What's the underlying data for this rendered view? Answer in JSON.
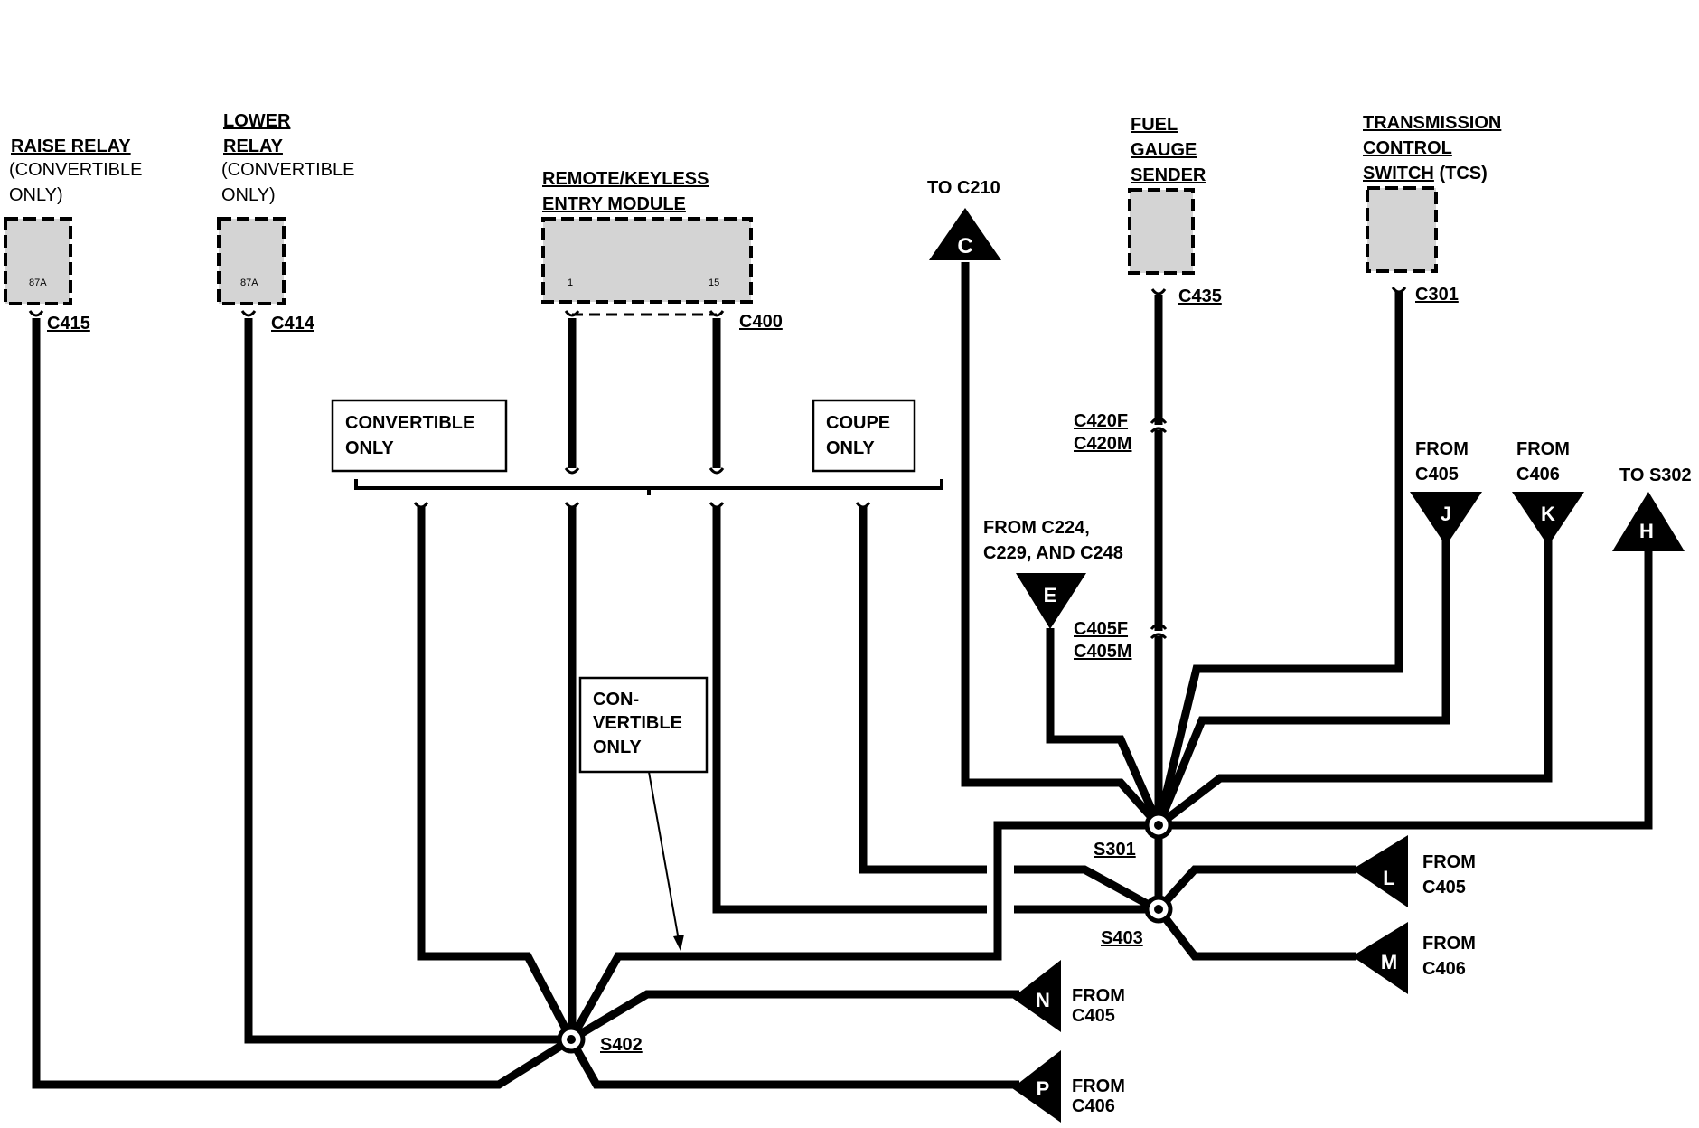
{
  "components": {
    "raise_relay": {
      "title": "RAISE RELAY",
      "note1": "(CONVERTIBLE",
      "note2": "ONLY)",
      "pin": "87A",
      "connector": "C415"
    },
    "lower_relay": {
      "title1": "LOWER",
      "title2": "RELAY",
      "note1": "(CONVERTIBLE",
      "note2": "ONLY)",
      "pin": "87A",
      "connector": "C414"
    },
    "rke_module": {
      "title1": "REMOTE/KEYLESS",
      "title2": "ENTRY MODULE",
      "pin_left": "1",
      "pin_right": "15",
      "connector": "C400"
    },
    "fuel_gauge_sender": {
      "title1": "FUEL",
      "title2": "GAUGE",
      "title3": "SENDER",
      "connector": "C435"
    },
    "tcs": {
      "title1": "TRANSMISSION",
      "title2": "CONTROL",
      "title3": "SWITCH",
      "title3_suffix": " (TCS)",
      "connector": "C301"
    }
  },
  "notes": {
    "convertible_only_1": "CONVERTIBLE",
    "convertible_only_2": "ONLY",
    "coupe_only_1": "COUPE",
    "coupe_only_2": "ONLY",
    "con_vertible_1": "CON-",
    "con_vertible_2": "VERTIBLE",
    "con_vertible_3": "ONLY"
  },
  "inline_connectors": {
    "c420_f": "C420F",
    "c420_m": "C420M",
    "c405_f": "C405F",
    "c405_m": "C405M"
  },
  "splices": {
    "s301": "S301",
    "s403": "S403",
    "s402": "S402"
  },
  "references": {
    "c": {
      "letter": "C",
      "label": "TO C210"
    },
    "e": {
      "letter": "E",
      "label1": "FROM C224,",
      "label2": "C229, AND C248"
    },
    "j": {
      "letter": "J",
      "label1": "FROM",
      "label2": "C405"
    },
    "k": {
      "letter": "K",
      "label1": "FROM",
      "label2": "C406"
    },
    "h": {
      "letter": "H",
      "label": "TO S302"
    },
    "l": {
      "letter": "L",
      "label1": "FROM",
      "label2": "C405"
    },
    "m": {
      "letter": "M",
      "label1": "FROM",
      "label2": "C406"
    },
    "n": {
      "letter": "N",
      "label1": "FROM",
      "label2": "C405"
    },
    "p": {
      "letter": "P",
      "label1": "FROM",
      "label2": "C406"
    }
  }
}
